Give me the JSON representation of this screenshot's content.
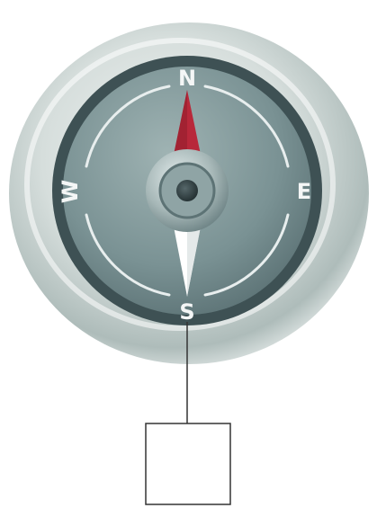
{
  "compass": {
    "labels": {
      "north": "N",
      "east": "E",
      "south": "S",
      "west": "W"
    },
    "colors": {
      "north_needle": "#b8283a",
      "south_needle": "#ffffff",
      "face": "#6f8a8d",
      "bezel": "#3e5154",
      "outer_ring": "#c9d3d1",
      "label": "#f4f6f6"
    }
  },
  "attached_box": {
    "label": ""
  }
}
